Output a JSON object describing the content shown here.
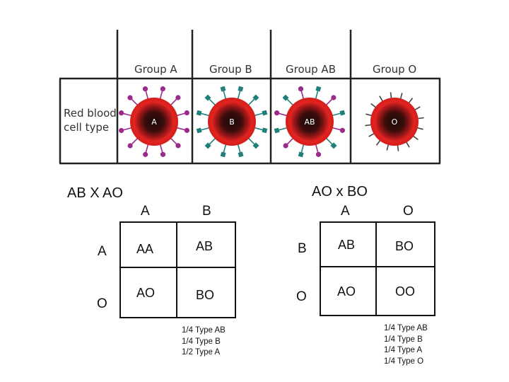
{
  "blood_table": {
    "headers": [
      "Group A",
      "Group B",
      "Group AB",
      "Group O"
    ],
    "row_label_lines": [
      "Red blood",
      "cell type"
    ],
    "cell_labels": [
      "A",
      "B",
      "AB",
      "O"
    ],
    "colors": {
      "cell_red": "#e32420",
      "cell_dark": "#1a0808",
      "antigen_a": "#9b2a8a",
      "antigen_b": "#1f7f7a",
      "spike_o": "#444444"
    }
  },
  "cross_left": {
    "title": "AB X AO",
    "top_labels": [
      "A",
      "B"
    ],
    "side_labels": [
      "A",
      "O"
    ],
    "cells": [
      [
        "AA",
        "AB"
      ],
      [
        "AO",
        "BO"
      ]
    ],
    "results": [
      "1/4 Type AB",
      "1/4 Type B",
      "1/2 Type A"
    ]
  },
  "cross_right": {
    "title": "AO x BO",
    "top_labels": [
      "A",
      "O"
    ],
    "side_labels": [
      "B",
      "O"
    ],
    "cells": [
      [
        "AB",
        "BO"
      ],
      [
        "AO",
        "OO"
      ]
    ],
    "results": [
      "1/4 Type AB",
      "1/4 Type B",
      "1/4 Type A",
      "1/4 Type O"
    ]
  }
}
